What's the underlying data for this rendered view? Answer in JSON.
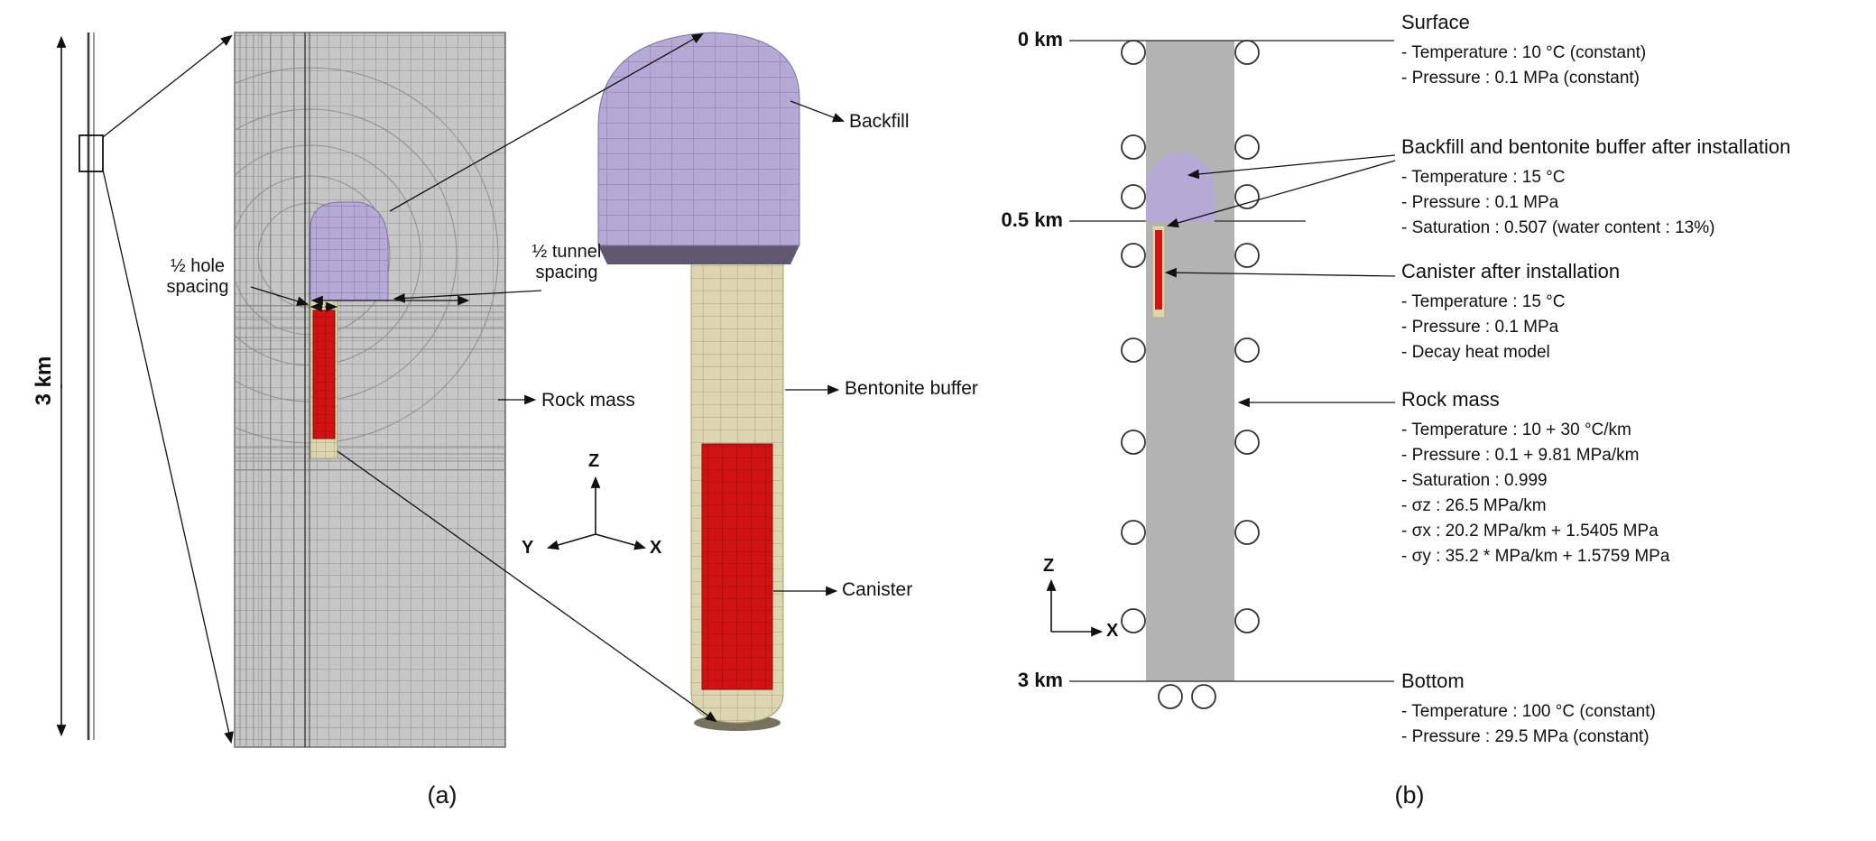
{
  "figure": {
    "panel_a": {
      "caption": "(a)",
      "scale_label": "3 km",
      "half_hole_spacing": "½ hole\nspacing",
      "half_tunnel_spacing": "½ tunnel\nspacing",
      "rock_mass_label": "Rock mass",
      "backfill_label": "Backfill",
      "bentonite_buffer_label": "Bentonite buffer",
      "canister_label": "Canister",
      "axes": {
        "z": "Z",
        "y": "Y",
        "x": "X"
      }
    },
    "panel_b": {
      "caption": "(b)",
      "depth_top": "0 km",
      "depth_mid": "0.5 km",
      "depth_bottom": "3 km",
      "axes": {
        "z": "Z",
        "x": "X"
      },
      "sections": [
        {
          "title": "Surface",
          "bullets": [
            "- Temperature : 10 °C (constant)",
            "- Pressure : 0.1 MPa (constant)"
          ]
        },
        {
          "title": "Backfill and bentonite buffer after installation",
          "bullets": [
            "- Temperature : 15 °C",
            "- Pressure : 0.1 MPa",
            "- Saturation : 0.507 (water content : 13%)"
          ]
        },
        {
          "title": "Canister after installation",
          "bullets": [
            "- Temperature : 15 °C",
            "- Pressure : 0.1 MPa",
            "- Decay heat model"
          ]
        },
        {
          "title": "Rock mass",
          "bullets": [
            "- Temperature : 10 + 30 °C/km",
            "- Pressure : 0.1 + 9.81 MPa/km",
            "- Saturation : 0.999",
            "- σz : 26.5 MPa/km",
            "- σx : 20.2 MPa/km + 1.5405 MPa",
            "- σy : 35.2 * MPa/km + 1.5759 MPa"
          ]
        },
        {
          "title": "Bottom",
          "bullets": [
            "- Temperature : 100 °C (constant)",
            "- Pressure : 29.5 MPa (constant)"
          ]
        }
      ]
    },
    "colors": {
      "backfill_purple": "#b4aad5",
      "buffer_tan": "#dbd5b0",
      "canister_red": "#d01212",
      "rock_mesh_gray": "#c6c6c6",
      "rock_column_gray": "#b3b3b3"
    }
  }
}
